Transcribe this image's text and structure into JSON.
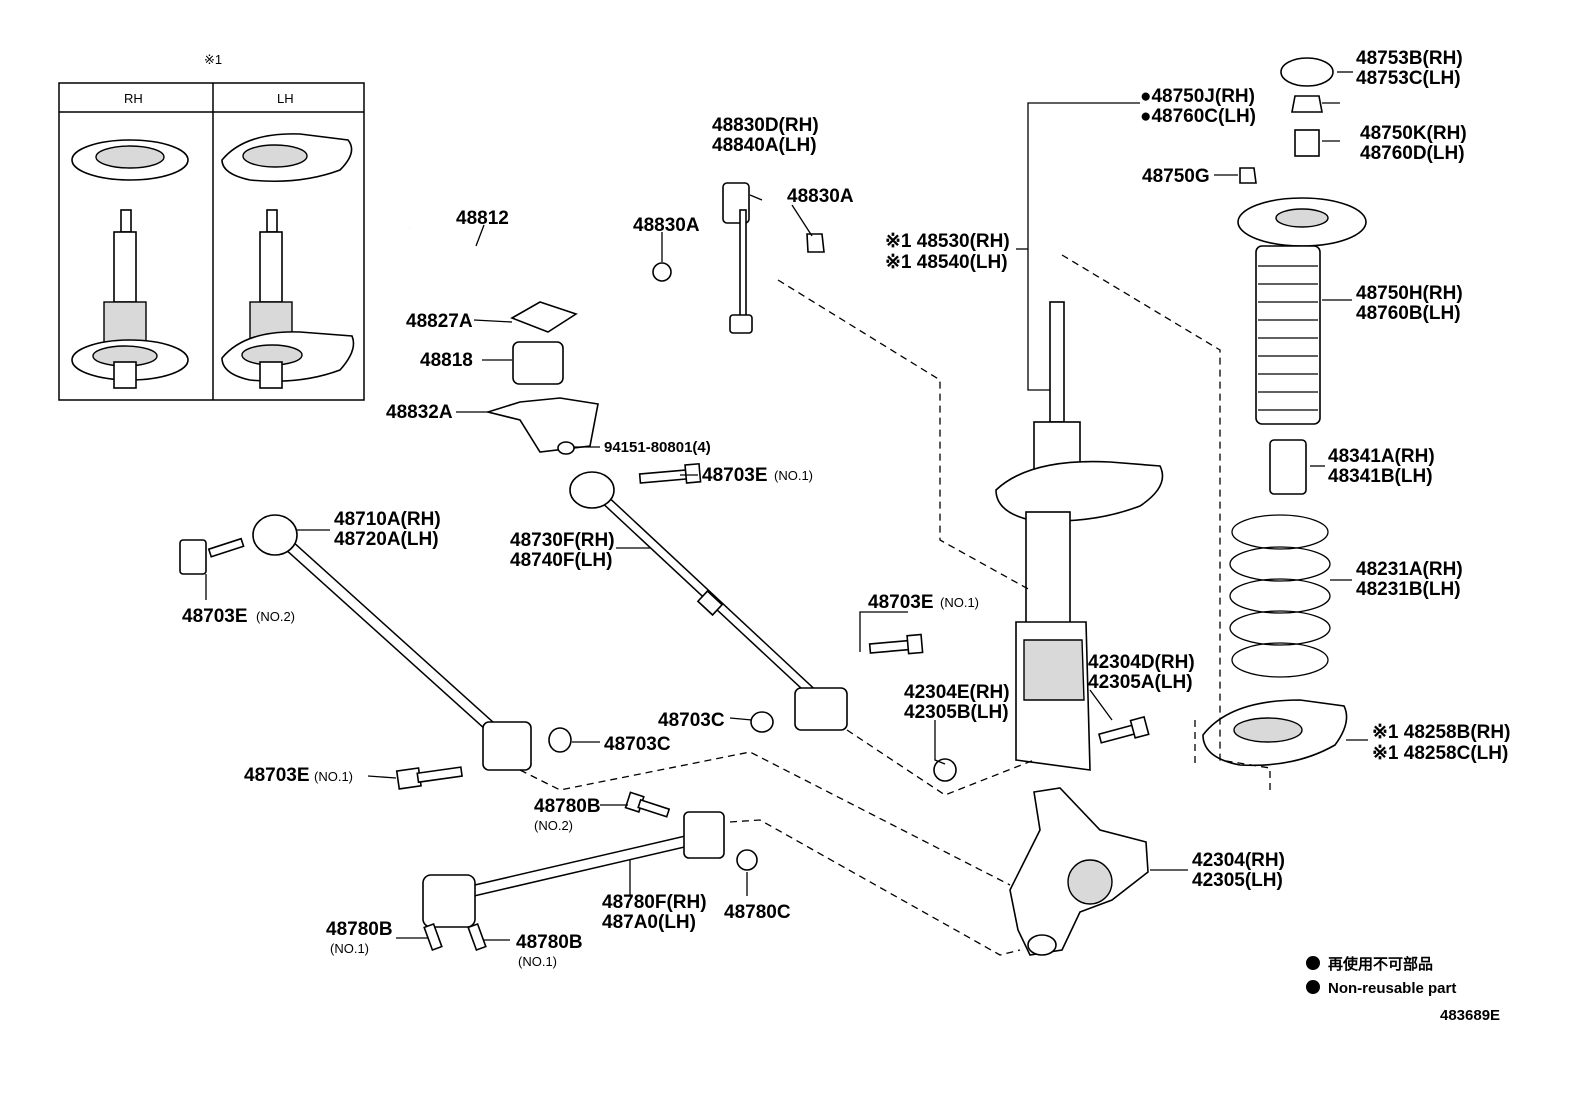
{
  "inset": {
    "mark": "※1",
    "col_rh": "RH",
    "col_lh": "LH"
  },
  "labels": {
    "p48753": [
      "48753B(RH)",
      "48753C(LH)"
    ],
    "p48750j": [
      "●48750J(RH)",
      "●48760C(LH)"
    ],
    "p48750k": [
      "48750K(RH)",
      "48760D(LH)"
    ],
    "p48750g": "48750G",
    "p48750h": [
      "48750H(RH)",
      "48760B(LH)"
    ],
    "p48341": [
      "48341A(RH)",
      "48341B(LH)"
    ],
    "p48231": [
      "48231A(RH)",
      "48231B(LH)"
    ],
    "p48258": [
      "※1 48258B(RH)",
      "※1 48258C(LH)"
    ],
    "p48530": [
      "※1 48530(RH)",
      "※1 48540(LH)"
    ],
    "p48830d": [
      "48830D(RH)",
      "48840A(LH)"
    ],
    "p48830a_r": "48830A",
    "p48830a_l": "48830A",
    "p48812": "48812",
    "p48827a": "48827A",
    "p48818": "48818",
    "p48832a": "48832A",
    "p94151": "94151-80801(4)",
    "p48703e_top": "48703E",
    "p48703e_top_no": "(NO.1)",
    "p48710a": [
      "48710A(RH)",
      "48720A(LH)"
    ],
    "p48730f": [
      "48730F(RH)",
      "48740F(LH)"
    ],
    "p48703e_no2": "48703E",
    "p48703e_no2_no": "(NO.2)",
    "p48703e_mid": "48703E",
    "p48703e_mid_no": "(NO.1)",
    "p42304d": [
      "42304D(RH)",
      "42305A(LH)"
    ],
    "p42304e": [
      "42304E(RH)",
      "42305B(LH)"
    ],
    "p48703c_a": "48703C",
    "p48703c_b": "48703C",
    "p48703e_low": "48703E",
    "p48703e_low_no": "(NO.1)",
    "p48780b_top": "48780B",
    "p48780b_top_no": "(NO.2)",
    "p48780f": [
      "48780F(RH)",
      "487A0(LH)"
    ],
    "p48780c": "48780C",
    "p42304": [
      "42304(RH)",
      "42305(LH)"
    ],
    "p48780b_l": "48780B",
    "p48780b_l_no": "(NO.1)",
    "p48780b_r": "48780B",
    "p48780b_r_no": "(NO.1)"
  },
  "legend": {
    "line1": "再使用不可部品",
    "line2": "Non-reusable part"
  },
  "figure_code": "483689E"
}
